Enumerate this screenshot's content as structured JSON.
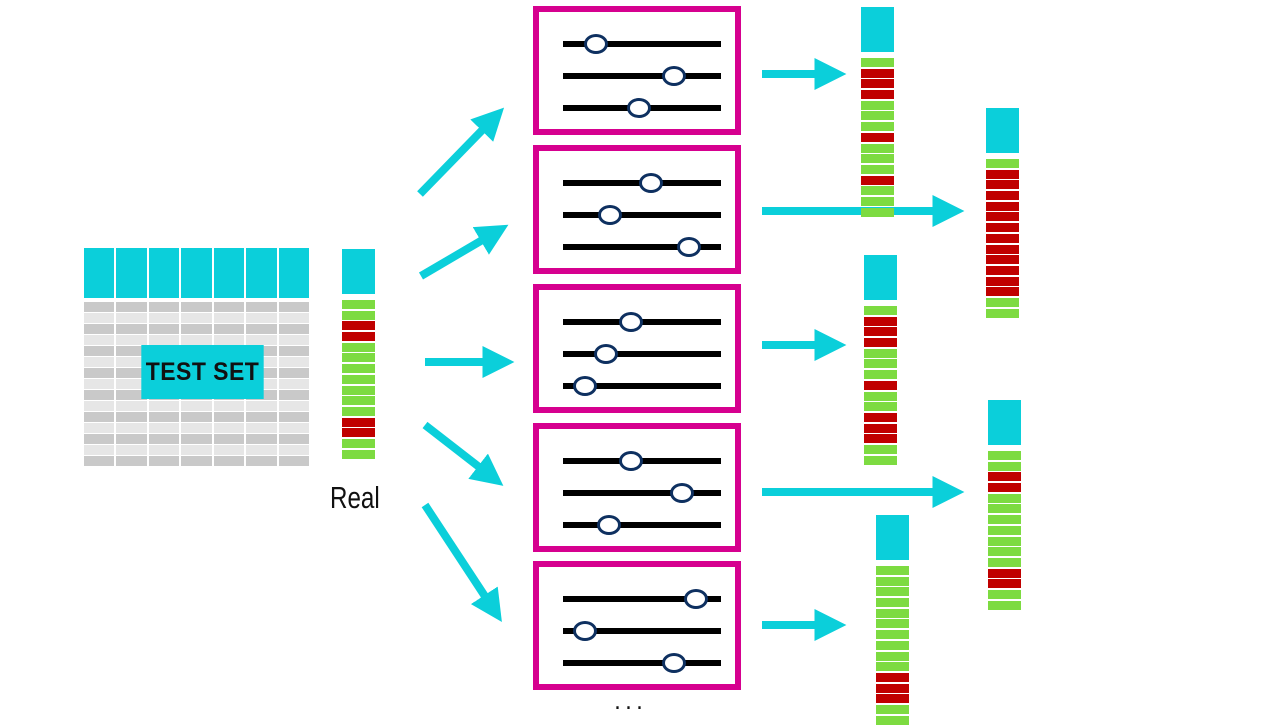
{
  "colors": {
    "header_cyan": "#0bcfda",
    "correct_green": "#7ddb41",
    "wrong_red": "#c00000",
    "model_border_magenta": "#d6008f",
    "knob_navy": "#0e3060",
    "arrow_cyan": "#0bcfda"
  },
  "test_set": {
    "label": "TEST SET",
    "columns": 7,
    "rows": 15
  },
  "real": {
    "label": "Real",
    "labels": [
      "G",
      "G",
      "R",
      "R",
      "G",
      "G",
      "G",
      "G",
      "G",
      "G",
      "G",
      "R",
      "R",
      "G",
      "G"
    ]
  },
  "models": [
    {
      "name": "model-1",
      "slider_values": [
        0.21,
        0.7,
        0.48
      ]
    },
    {
      "name": "model-2",
      "slider_values": [
        0.56,
        0.3,
        0.8
      ]
    },
    {
      "name": "model-3",
      "slider_values": [
        0.43,
        0.27,
        0.14
      ]
    },
    {
      "name": "model-4",
      "slider_values": [
        0.43,
        0.75,
        0.29
      ]
    },
    {
      "name": "model-5",
      "slider_values": [
        0.84,
        0.14,
        0.7
      ]
    }
  ],
  "predictions": [
    {
      "name": "prediction-1",
      "labels": [
        "G",
        "R",
        "R",
        "R",
        "G",
        "G",
        "G",
        "R",
        "G",
        "G",
        "G",
        "R",
        "G",
        "G",
        "G"
      ]
    },
    {
      "name": "prediction-2",
      "labels": [
        "G",
        "R",
        "R",
        "R",
        "R",
        "R",
        "R",
        "R",
        "R",
        "R",
        "R",
        "R",
        "R",
        "G",
        "G"
      ]
    },
    {
      "name": "prediction-3",
      "labels": [
        "G",
        "R",
        "R",
        "R",
        "G",
        "G",
        "G",
        "R",
        "G",
        "G",
        "R",
        "R",
        "R",
        "G",
        "G"
      ]
    },
    {
      "name": "prediction-4",
      "labels": [
        "G",
        "G",
        "R",
        "R",
        "G",
        "G",
        "G",
        "G",
        "G",
        "G",
        "G",
        "R",
        "R",
        "G",
        "G"
      ]
    },
    {
      "name": "prediction-5",
      "labels": [
        "G",
        "G",
        "G",
        "G",
        "G",
        "G",
        "G",
        "G",
        "G",
        "G",
        "R",
        "R",
        "R",
        "G",
        "G"
      ]
    }
  ],
  "ellipsis": "..."
}
